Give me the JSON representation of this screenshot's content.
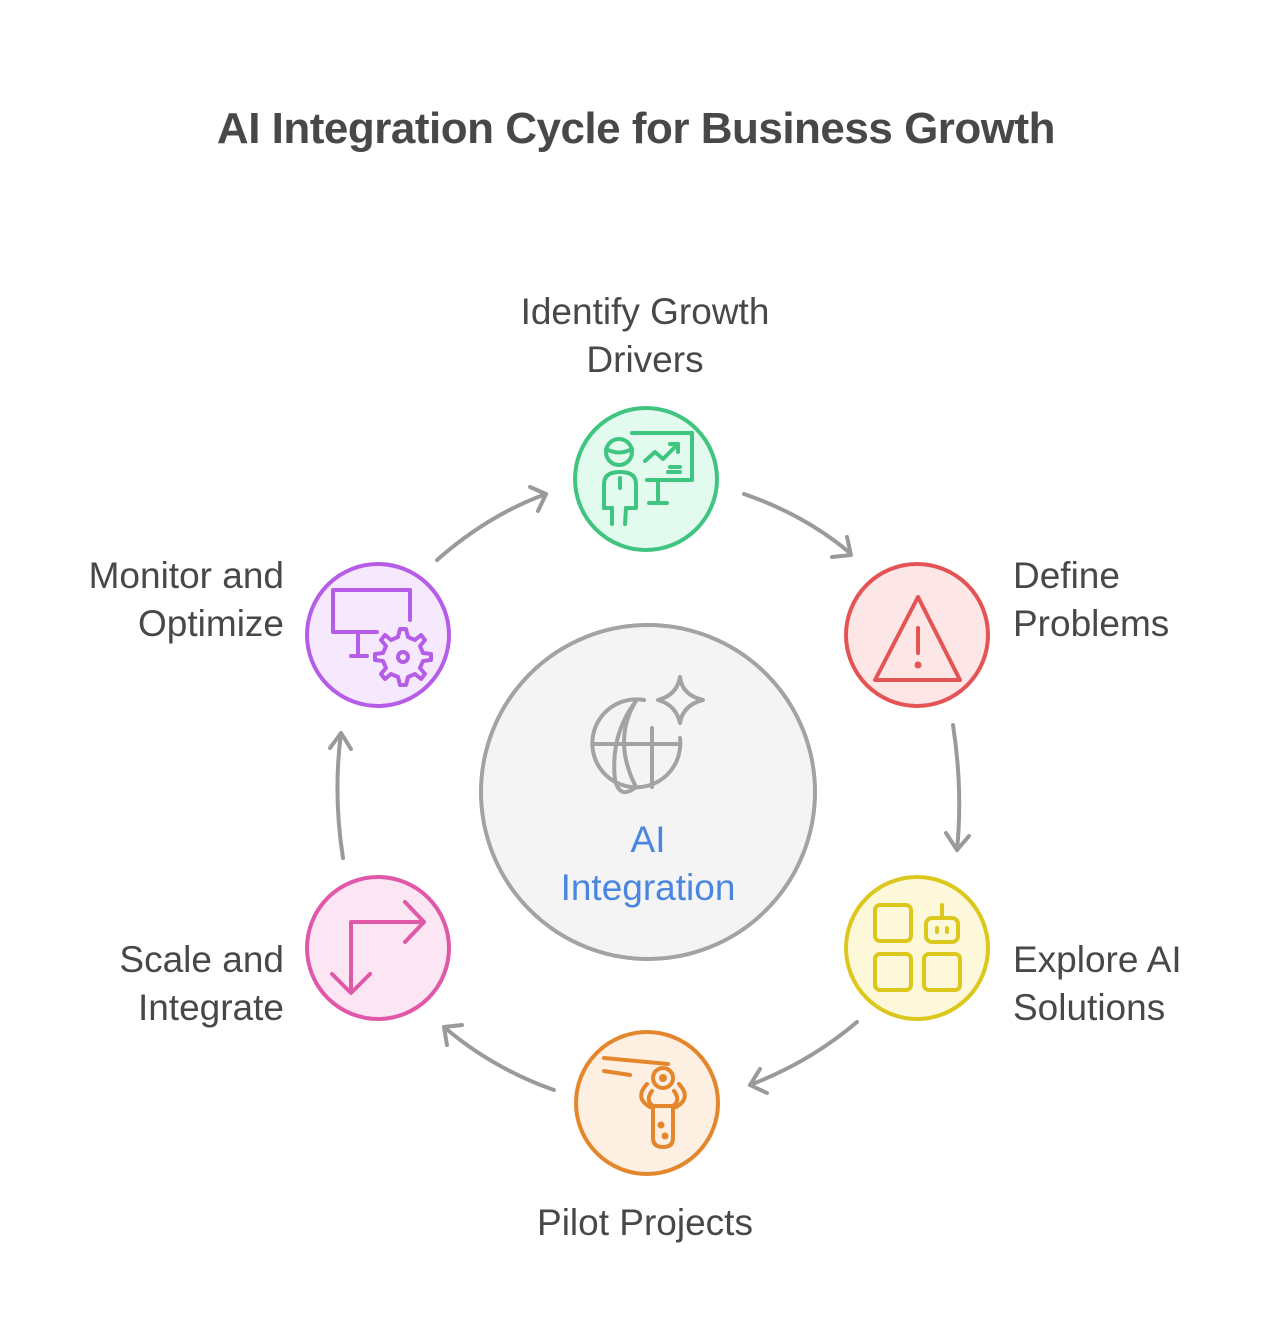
{
  "title": "AI Integration Cycle for Business Growth",
  "center": {
    "label_line1": "AI",
    "label_line2": "Integration",
    "icon": "globe-sparkle-icon",
    "fill": "#f4f4f4",
    "stroke": "#a3a3a3",
    "text_color": "#4a86e0"
  },
  "stages": [
    {
      "id": "identify",
      "label_line1": "Identify Growth",
      "label_line2": "Drivers",
      "icon": "presentation-growth-icon",
      "stroke": "#3fc57f",
      "fill": "#e3fbef"
    },
    {
      "id": "define",
      "label_line1": "Define",
      "label_line2": "Problems",
      "icon": "warning-triangle-icon",
      "stroke": "#e55454",
      "fill": "#fde6e6"
    },
    {
      "id": "explore",
      "label_line1": "Explore AI",
      "label_line2": "Solutions",
      "icon": "apps-robot-icon",
      "stroke": "#dcc81c",
      "fill": "#fdf8da"
    },
    {
      "id": "pilot",
      "label_line1": "Pilot Projects",
      "label_line2": "",
      "icon": "robotic-arm-icon",
      "stroke": "#e3862c",
      "fill": "#fdefe2"
    },
    {
      "id": "scale",
      "label_line1": "Scale and",
      "label_line2": "Integrate",
      "icon": "turn-arrows-icon",
      "stroke": "#e058a8",
      "fill": "#fde6f4"
    },
    {
      "id": "monitor",
      "label_line1": "Monitor and",
      "label_line2": "Optimize",
      "icon": "monitor-gear-icon",
      "stroke": "#b65de8",
      "fill": "#f7e9fd"
    }
  ],
  "arrow_color": "#9a9a9a"
}
